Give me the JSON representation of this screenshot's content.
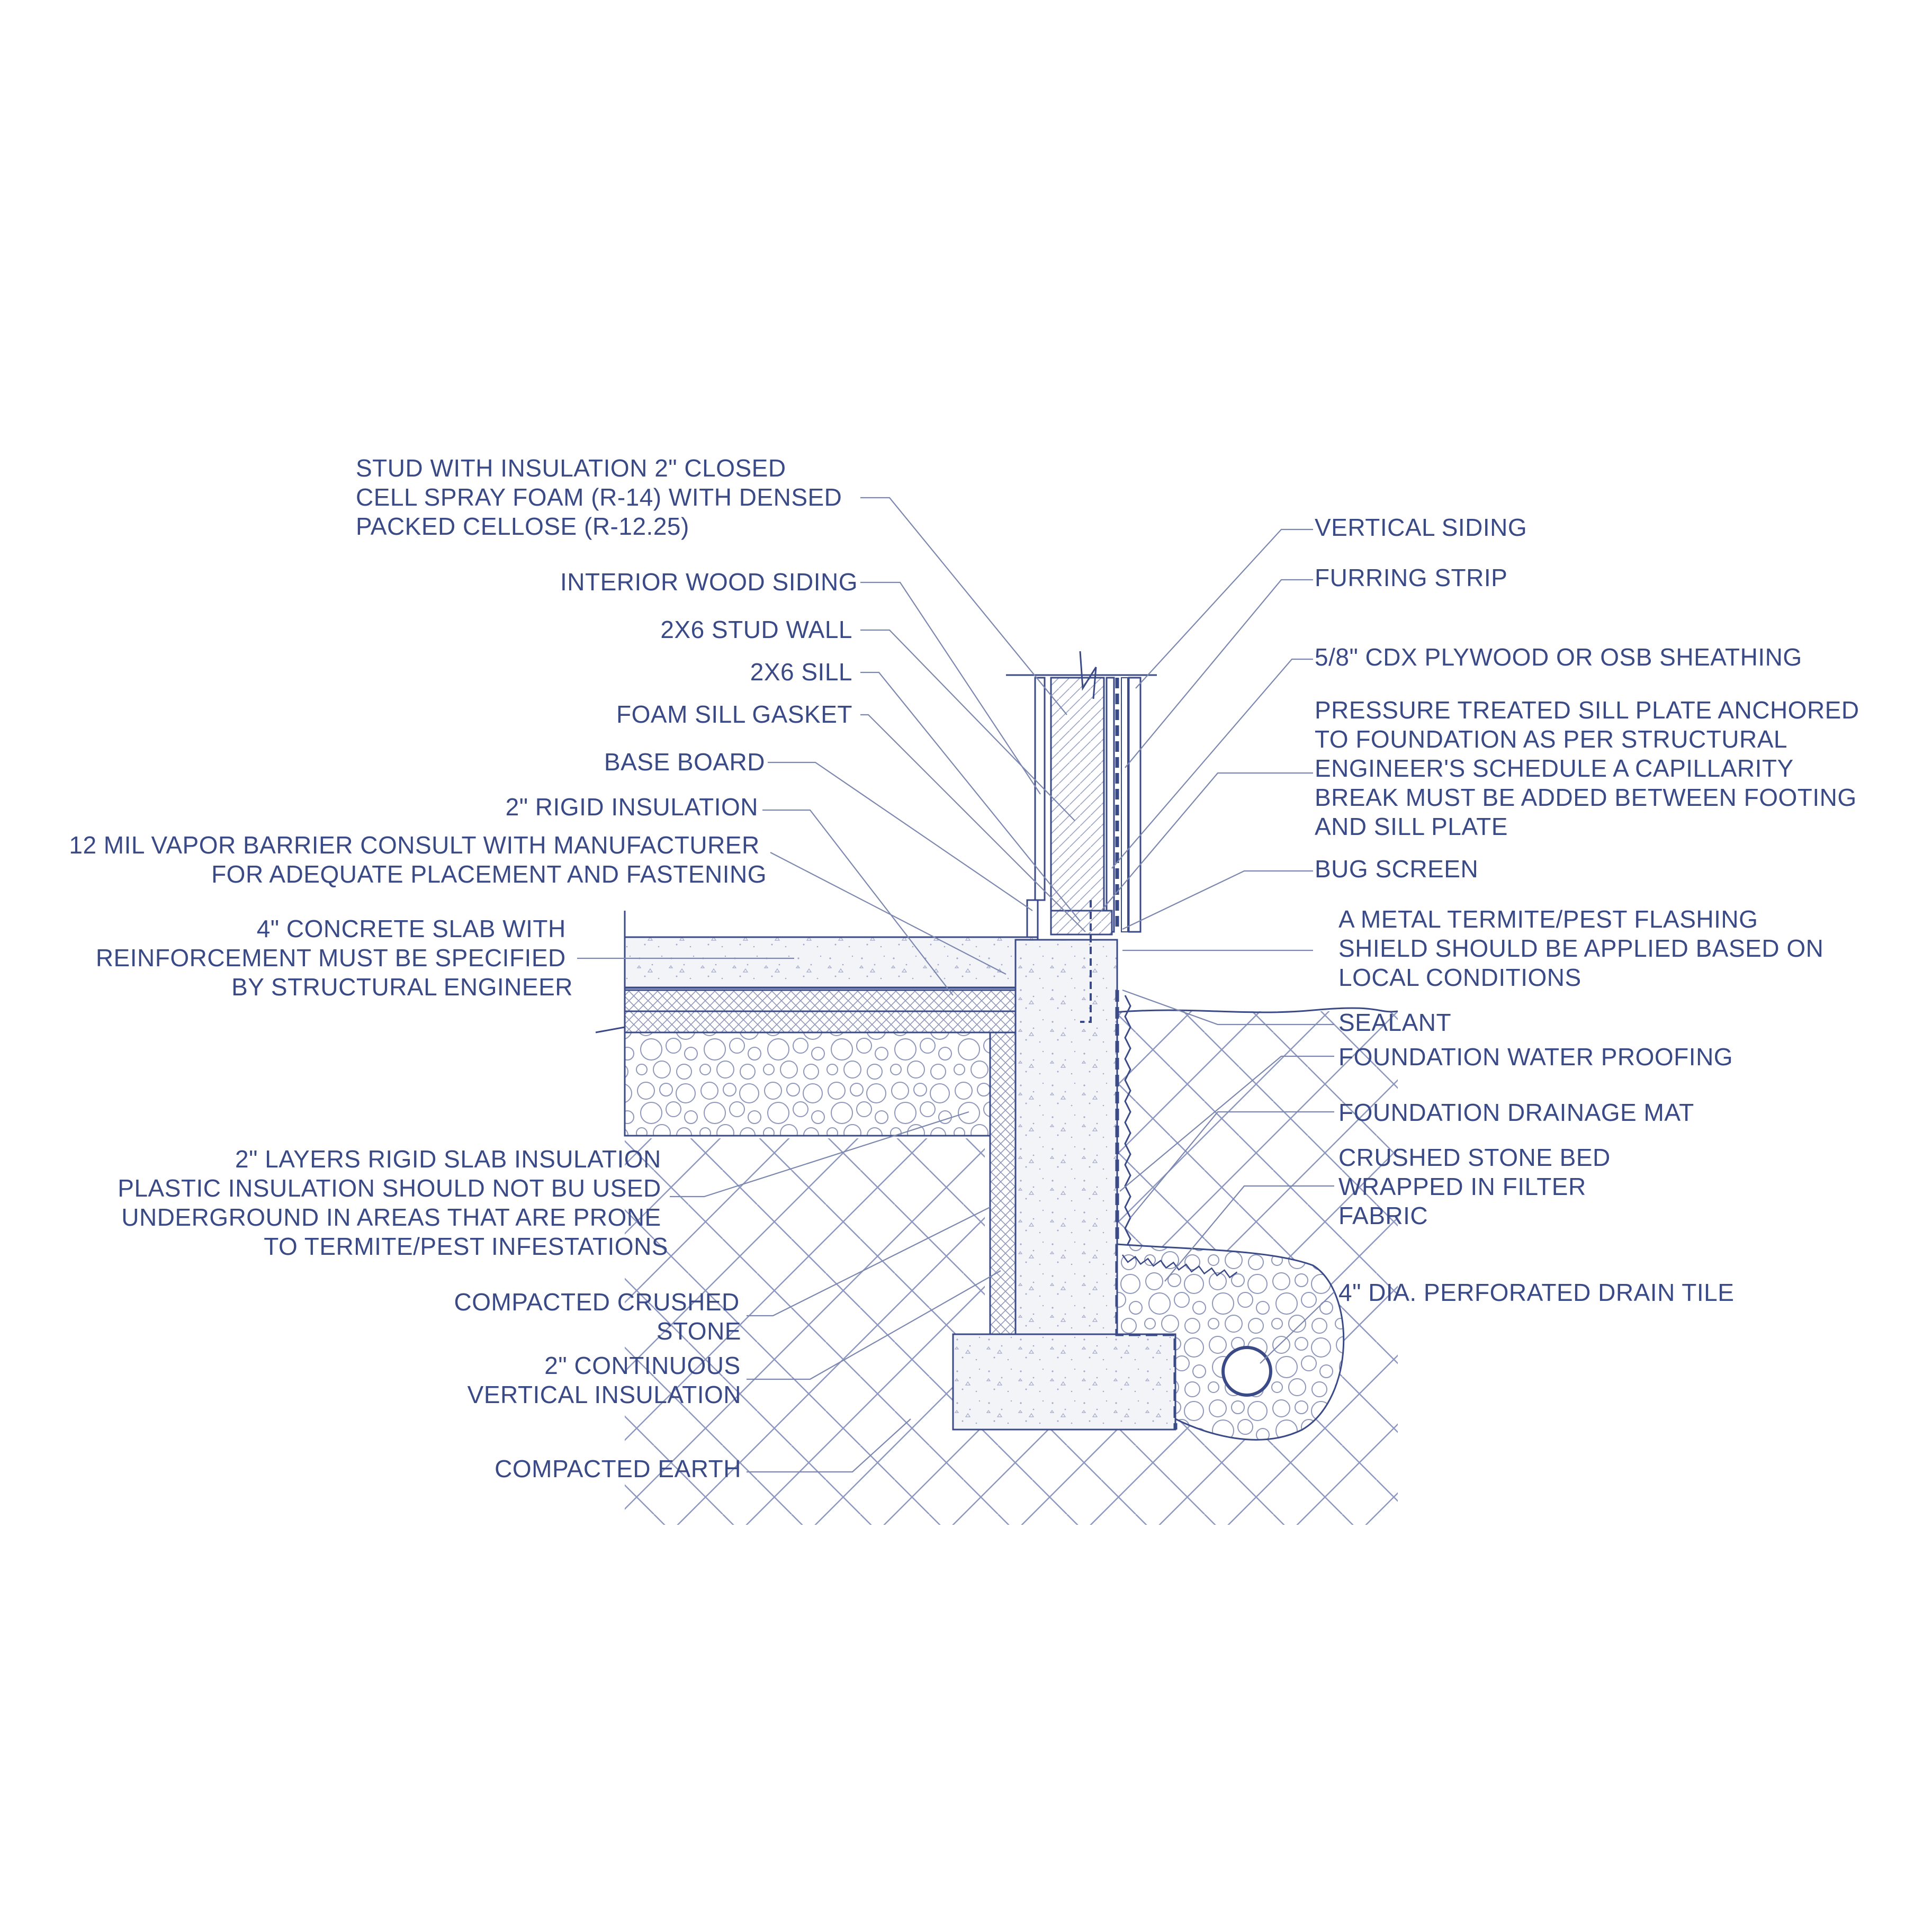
{
  "colors": {
    "ink": "#3a4a86",
    "leader": "#7c87b0",
    "background": "#ffffff"
  },
  "labels": {
    "stud_insulation": [
      "STUD WITH INSULATION 2\" CLOSED",
      "CELL SPRAY FOAM (R-14) WITH DENSED",
      "PACKED CELLOSE (R-12.25)"
    ],
    "interior_wood_siding": [
      "INTERIOR WOOD SIDING"
    ],
    "stud_wall": [
      "2X6 STUD WALL"
    ],
    "sill": [
      "2X6 SILL"
    ],
    "foam_sill_gasket": [
      "FOAM SILL GASKET"
    ],
    "base_board": [
      "BASE BOARD"
    ],
    "rigid_insulation": [
      "2\" RIGID INSULATION"
    ],
    "vapor_barrier": [
      "12 MIL VAPOR BARRIER CONSULT WITH MANUFACTURER",
      "FOR ADEQUATE PLACEMENT AND FASTENING"
    ],
    "concrete_slab": [
      "4\" CONCRETE SLAB WITH",
      "REINFORCEMENT MUST BE SPECIFIED",
      "BY STRUCTURAL ENGINEER"
    ],
    "slab_insulation": [
      "2\" LAYERS RIGID SLAB INSULATION",
      "PLASTIC INSULATION SHOULD NOT BU USED",
      "UNDERGROUND IN AREAS THAT ARE PRONE",
      "TO TERMITE/PEST INFESTATIONS"
    ],
    "compacted_crushed_stone": [
      "COMPACTED CRUSHED",
      "STONE"
    ],
    "vertical_insulation": [
      "2\" CONTINUOUS",
      "VERTICAL INSULATION"
    ],
    "compacted_earth": [
      "COMPACTED EARTH"
    ],
    "vertical_siding": [
      "VERTICAL SIDING"
    ],
    "furring_strip": [
      "FURRING STRIP"
    ],
    "sheathing": [
      "5/8\" CDX PLYWOOD OR OSB SHEATHING"
    ],
    "sill_plate": [
      "PRESSURE TREATED SILL PLATE ANCHORED",
      "TO FOUNDATION AS PER STRUCTURAL",
      "ENGINEER'S SCHEDULE A CAPILLARITY",
      "BREAK MUST BE ADDED BETWEEN FOOTING",
      "AND SILL PLATE"
    ],
    "bug_screen": [
      "BUG SCREEN"
    ],
    "termite_flashing": [
      "A METAL TERMITE/PEST FLASHING",
      "SHIELD SHOULD BE APPLIED BASED ON",
      "LOCAL CONDITIONS"
    ],
    "sealant": [
      "SEALANT"
    ],
    "water_proofing": [
      "FOUNDATION WATER PROOFING"
    ],
    "drainage_mat": [
      "FOUNDATION DRAINAGE MAT"
    ],
    "stone_bed": [
      "CRUSHED STONE BED",
      "WRAPPED IN FILTER",
      "FABRIC"
    ],
    "drain_tile": [
      "4\" DIA. PERFORATED DRAIN TILE"
    ]
  }
}
